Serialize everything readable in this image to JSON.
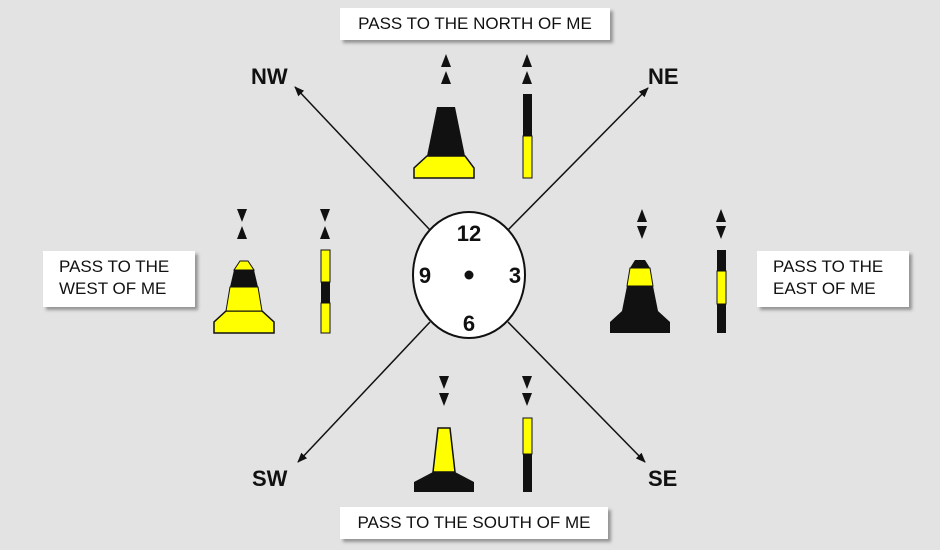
{
  "colors": {
    "background": "#e3e3e3",
    "buoy_yellow": "#ffff00",
    "buoy_black": "#000000",
    "box_background": "#ffffff"
  },
  "labels": {
    "north": "PASS TO THE NORTH OF ME",
    "south": "PASS TO THE SOUTH OF ME",
    "west_line1": "PASS TO THE",
    "west_line2": "WEST OF ME",
    "east_line1": "PASS TO THE",
    "east_line2": "EAST OF ME"
  },
  "directions": {
    "nw": "NW",
    "ne": "NE",
    "sw": "SW",
    "se": "SE"
  },
  "clock": {
    "n12": "12",
    "n3": "3",
    "n6": "6",
    "n9": "9"
  },
  "buoys": {
    "north": {
      "topmark": "two cones pointing up",
      "colors": "black above yellow"
    },
    "south": {
      "topmark": "two cones pointing down",
      "colors": "yellow above black"
    },
    "east": {
      "topmark": "cones base to base",
      "colors": "black with yellow band"
    },
    "west": {
      "topmark": "cones point to point",
      "colors": "yellow with black band"
    }
  }
}
